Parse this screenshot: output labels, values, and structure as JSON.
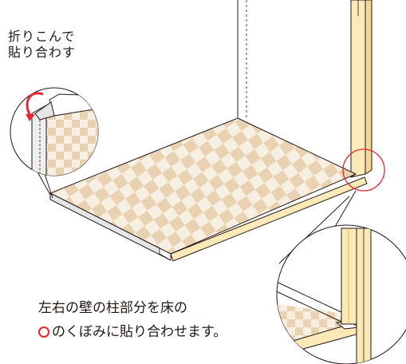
{
  "callout_note": {
    "line1": "折りこんで",
    "line2": "貼り合わす"
  },
  "instruction": {
    "line1": "左右の壁の柱部分を床の",
    "line2": "のくぼみに貼り合わせます。"
  },
  "colors": {
    "floor_beige": "#e9d2b2",
    "floor_light": "#f7efe2",
    "wood": "#fce9b8",
    "wood_edge": "#d6a552",
    "board_edge": "#e6e6e6",
    "line": "#231815",
    "highlight_red": "#e8262f"
  }
}
